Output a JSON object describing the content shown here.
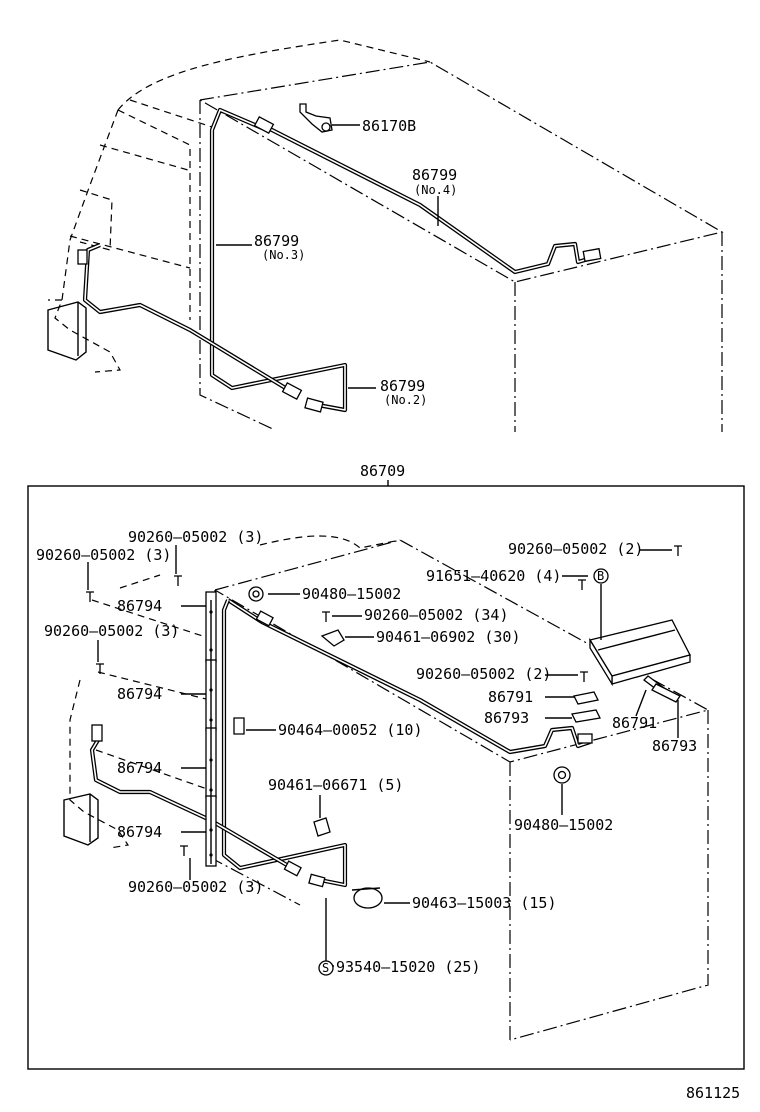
{
  "upper": {
    "part_86170B": "86170B",
    "harness_no4": {
      "number": "86799",
      "variant": "(No.4)"
    },
    "harness_no3": {
      "number": "86799",
      "variant": "(No.3)"
    },
    "harness_no2": {
      "number": "86799",
      "variant": "(No.2)"
    }
  },
  "kit": {
    "number": "86709",
    "labels": {
      "screw_top_center": "90260–05002 (3)",
      "screw_top_left": "90260–05002 (3)",
      "screw_mid_left": "90260–05002 (3)",
      "screw_bottom_left": "90260–05002 (3)",
      "screw_upper_right": "90260–05002 (2)",
      "screw_34": "90260–05002 (34)",
      "screw_unit": "90260–05002 (2)",
      "grommet_top": "90480–15002",
      "grommet_right": "90480–15002",
      "bolt_b": "91651–40620 (4)",
      "bolt_b_marker": "B",
      "clamp_30": "90461–06902 (30)",
      "clip_10": "90464–00052 (10)",
      "clamp_5": "90461–06671 (5)",
      "band_15": "90463–15003 (15)",
      "clip_s": "93540–15020 (25)",
      "clip_s_marker": "S",
      "channel_1": "86794",
      "channel_2": "86794",
      "channel_3": "86794",
      "channel_4": "86794",
      "bracket_86791_a": "86791",
      "bracket_86791_b": "86791",
      "bracket_86793_a": "86793",
      "bracket_86793_b": "86793"
    }
  },
  "diagram_code": "861125"
}
